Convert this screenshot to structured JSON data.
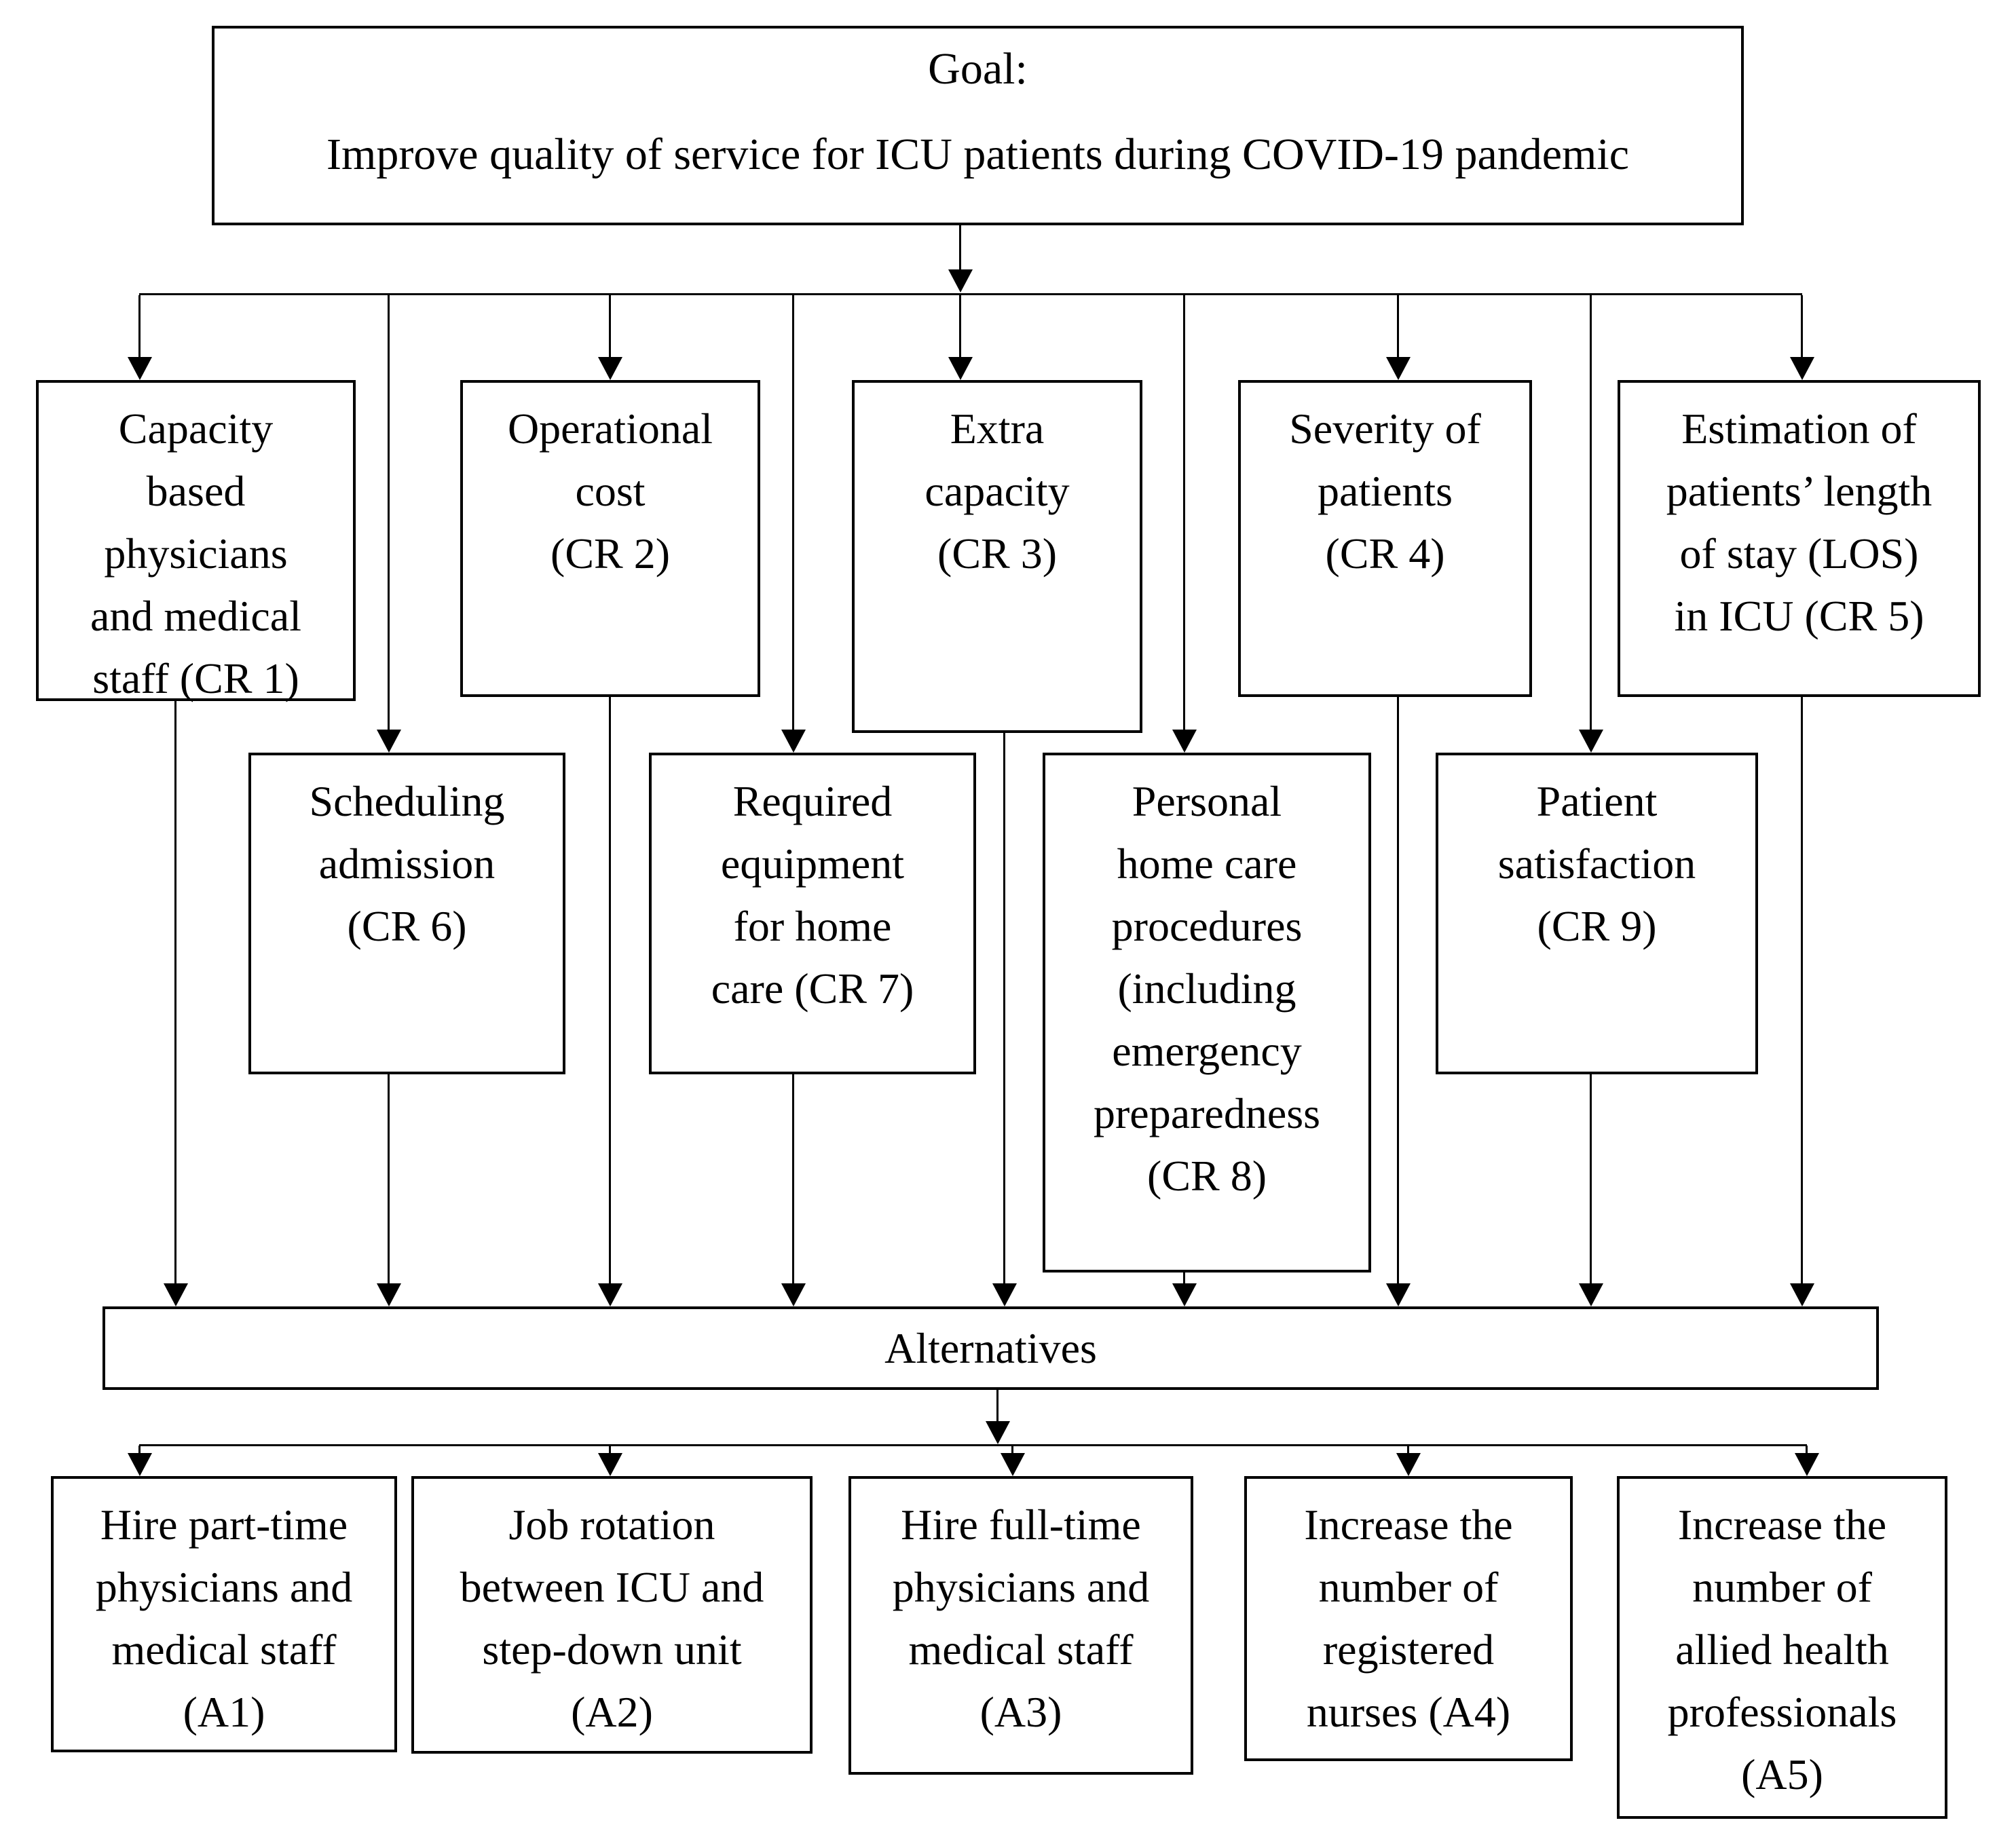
{
  "goal": {
    "heading": "Goal:",
    "description": "Improve quality of service for ICU patients during COVID-19 pandemic"
  },
  "criteria": {
    "cr1": {
      "label": "Capacity\nbased\nphysicians\nand medical\nstaff (CR 1)"
    },
    "cr2": {
      "label": "Operational\ncost\n(CR 2)"
    },
    "cr3": {
      "label": "Extra\ncapacity\n(CR 3)"
    },
    "cr4": {
      "label": "Severity of\npatients\n(CR 4)"
    },
    "cr5": {
      "label": "Estimation of\npatients’ length\nof stay (LOS)\nin ICU (CR 5)"
    },
    "cr6": {
      "label": "Scheduling\nadmission\n(CR 6)"
    },
    "cr7": {
      "label": "Required\nequipment\nfor home\ncare (CR 7)"
    },
    "cr8": {
      "label": "Personal\nhome care\nprocedures\n(including\nemergency\npreparedness\n(CR 8)"
    },
    "cr9": {
      "label": "Patient\nsatisfaction\n(CR 9)"
    }
  },
  "alternatives_bar": {
    "label": "Alternatives"
  },
  "alternatives": {
    "a1": {
      "label": "Hire part-time\nphysicians and\nmedical staff\n(A1)"
    },
    "a2": {
      "label": "Job rotation\nbetween ICU and\nstep-down unit\n(A2)"
    },
    "a3": {
      "label": "Hire full-time\nphysicians and\nmedical staff\n(A3)"
    },
    "a4": {
      "label": "Increase the\nnumber of\nregistered\nnurses (A4)"
    },
    "a5": {
      "label": "Increase the\nnumber of\nallied health\nprofessionals\n(A5)"
    }
  },
  "colors": {
    "background": "#ffffff",
    "line": "#000000",
    "box_border": "#000000",
    "text": "#000000"
  }
}
